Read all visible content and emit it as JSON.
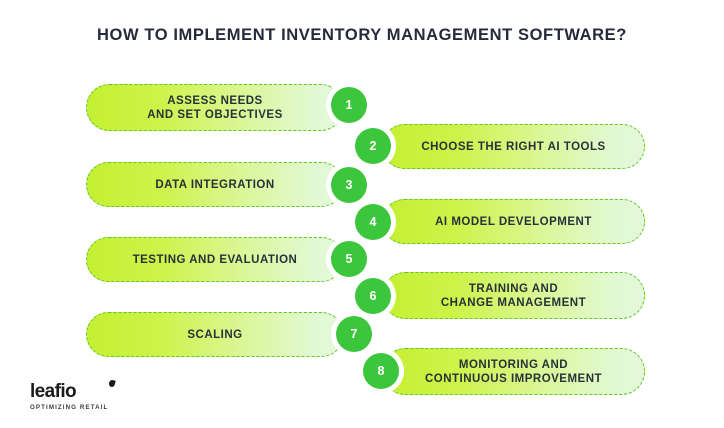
{
  "title": "HOW TO IMPLEMENT INVENTORY MANAGEMENT SOFTWARE?",
  "colors": {
    "background": "#ffffff",
    "title_text": "#262a3a",
    "bar_text": "#263238",
    "bar_gradient_start": "#c4f032",
    "bar_gradient_end": "#e4f8da",
    "bar_border": "#5fc72b",
    "circle_fill": "#3cc63c",
    "circle_text": "#ffffff",
    "circle_ring": "#ffffff"
  },
  "steps": [
    {
      "number": "1",
      "label": "ASSESS NEEDS\nAND SET OBJECTIVES",
      "side": "left"
    },
    {
      "number": "2",
      "label": "CHOOSE THE RIGHT AI TOOLS",
      "side": "right"
    },
    {
      "number": "3",
      "label": "DATA INTEGRATION",
      "side": "left"
    },
    {
      "number": "4",
      "label": "AI MODEL DEVELOPMENT",
      "side": "right"
    },
    {
      "number": "5",
      "label": "TESTING AND EVALUATION",
      "side": "left"
    },
    {
      "number": "6",
      "label": "TRAINING AND\nCHANGE MANAGEMENT",
      "side": "right"
    },
    {
      "number": "7",
      "label": "SCALING",
      "side": "left"
    },
    {
      "number": "8",
      "label": "MONITORING AND\nCONTINUOUS IMPROVEMENT",
      "side": "right"
    }
  ],
  "logo": {
    "name": "leafio",
    "tagline": "OPTIMIZING RETAIL"
  }
}
